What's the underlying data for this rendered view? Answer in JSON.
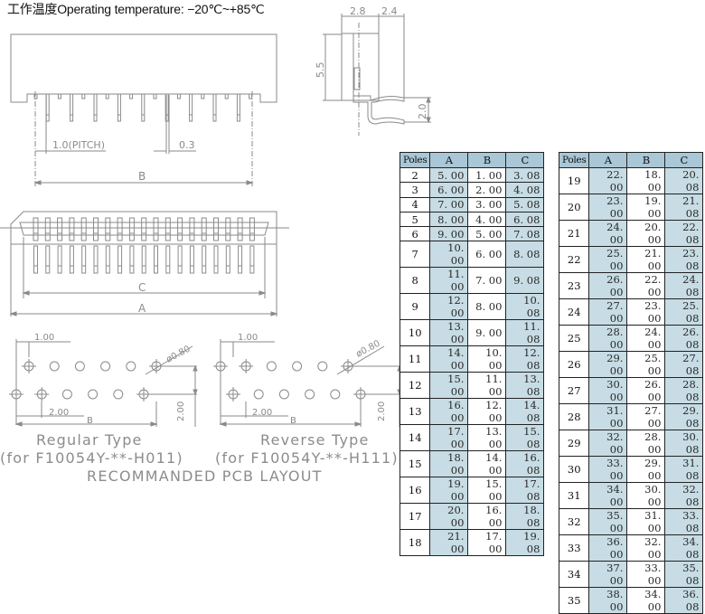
{
  "title": "工作温度Operating temperature: −20℃~+85℃",
  "drawing": {
    "front_view": {
      "pitch_label": "1.0(PITCH)",
      "pin_width_label": "0.3",
      "dimension_b_label": "B"
    },
    "side_view": {
      "width_1_label": "2.8",
      "width_2_label": "2.4",
      "height_label": "5.5",
      "lead_offset_label": "2.0"
    },
    "top_view": {
      "dimension_c_label": "C",
      "dimension_a_label": "A"
    },
    "pcb_regular": {
      "offset_label": "1.00",
      "hole_label": "ø0.80",
      "pitch_label": "2.00",
      "row_spacing_label": "2.00",
      "dimension_b_label": "B",
      "type_label": "Regular Type",
      "part_label": "(for F10054Y-**-H011)"
    },
    "pcb_reverse": {
      "offset_label": "1.00",
      "hole_label": "ø0.80",
      "pitch_label": "2.00",
      "row_spacing_label": "2.00",
      "dimension_b_label": "B",
      "type_label": "Reverse Type",
      "part_label": "(for F10054Y-**-H111)"
    },
    "layout_caption": "RECOMMANDED PCB LAYOUT"
  },
  "tables": {
    "headers": [
      "Poles",
      "A",
      "B",
      "C"
    ],
    "left": [
      [
        "2",
        "5. 00",
        "1. 00",
        "3. 08"
      ],
      [
        "3",
        "6. 00",
        "2. 00",
        "4. 08"
      ],
      [
        "4",
        "7. 00",
        "3. 00",
        "5. 08"
      ],
      [
        "5",
        "8. 00",
        "4. 00",
        "6. 08"
      ],
      [
        "6",
        "9. 00",
        "5. 00",
        "7. 08"
      ],
      [
        "7",
        "10. 00",
        "6. 00",
        "8. 08"
      ],
      [
        "8",
        "11. 00",
        "7. 00",
        "9. 08"
      ],
      [
        "9",
        "12. 00",
        "8. 00",
        "10. 08"
      ],
      [
        "10",
        "13. 00",
        "9. 00",
        "11. 08"
      ],
      [
        "11",
        "14. 00",
        "10. 00",
        "12. 08"
      ],
      [
        "12",
        "15. 00",
        "11. 00",
        "13. 08"
      ],
      [
        "13",
        "16. 00",
        "12. 00",
        "14. 08"
      ],
      [
        "14",
        "17. 00",
        "13. 00",
        "15. 08"
      ],
      [
        "15",
        "18. 00",
        "14. 00",
        "16. 08"
      ],
      [
        "16",
        "19. 00",
        "15. 00",
        "17. 08"
      ],
      [
        "17",
        "20. 00",
        "16. 00",
        "18. 08"
      ],
      [
        "18",
        "21. 00",
        "17. 00",
        "19. 08"
      ]
    ],
    "right": [
      [
        "19",
        "22. 00",
        "18. 00",
        "20. 08"
      ],
      [
        "20",
        "23. 00",
        "19. 00",
        "21. 08"
      ],
      [
        "21",
        "24. 00",
        "20. 00",
        "22. 08"
      ],
      [
        "22",
        "25. 00",
        "21. 00",
        "23. 08"
      ],
      [
        "23",
        "26. 00",
        "22. 00",
        "24. 08"
      ],
      [
        "24",
        "27. 00",
        "23. 00",
        "25. 08"
      ],
      [
        "25",
        "28. 00",
        "24. 00",
        "26. 08"
      ],
      [
        "26",
        "29. 00",
        "25. 00",
        "27. 08"
      ],
      [
        "27",
        "30. 00",
        "26. 00",
        "28. 08"
      ],
      [
        "28",
        "31. 00",
        "27. 00",
        "29. 08"
      ],
      [
        "29",
        "32. 00",
        "28. 00",
        "30. 08"
      ],
      [
        "30",
        "33. 00",
        "29. 00",
        "31. 08"
      ],
      [
        "31",
        "34. 00",
        "30. 00",
        "32. 08"
      ],
      [
        "32",
        "35. 00",
        "31. 00",
        "33. 08"
      ],
      [
        "33",
        "36. 00",
        "32. 00",
        "34. 08"
      ],
      [
        "34",
        "37. 00",
        "33. 00",
        "35. 08"
      ],
      [
        "35",
        "38. 00",
        "34. 00",
        "36. 08"
      ]
    ]
  },
  "colors": {
    "header_fill": "#a9c7d6",
    "shaded_cell": "#c7dce4",
    "line": "#8a8a8a"
  }
}
